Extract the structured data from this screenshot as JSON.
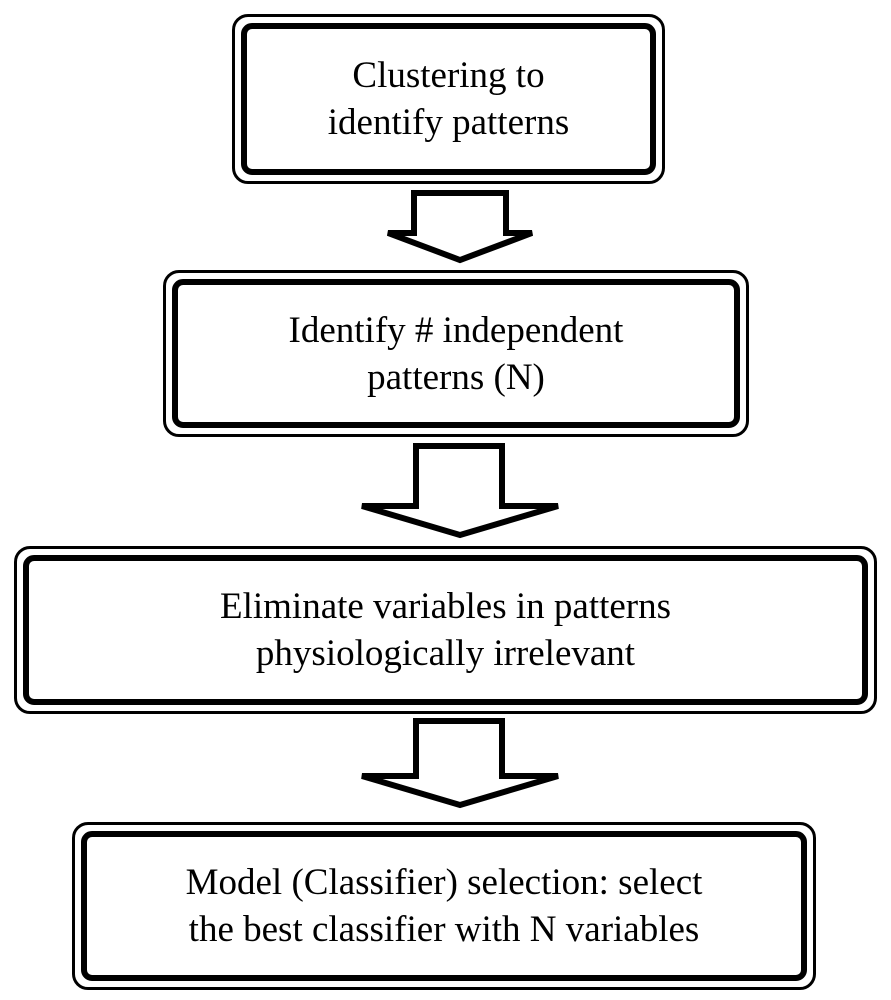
{
  "diagram": {
    "steps": [
      {
        "lines": [
          "Clustering to",
          "identify patterns"
        ]
      },
      {
        "lines": [
          "Identify # independent",
          "patterns (N)"
        ]
      },
      {
        "lines": [
          "Eliminate variables in patterns",
          "physiologically irrelevant"
        ]
      },
      {
        "lines": [
          "Model (Classifier) selection: select",
          "the best classifier with N variables"
        ]
      }
    ]
  }
}
